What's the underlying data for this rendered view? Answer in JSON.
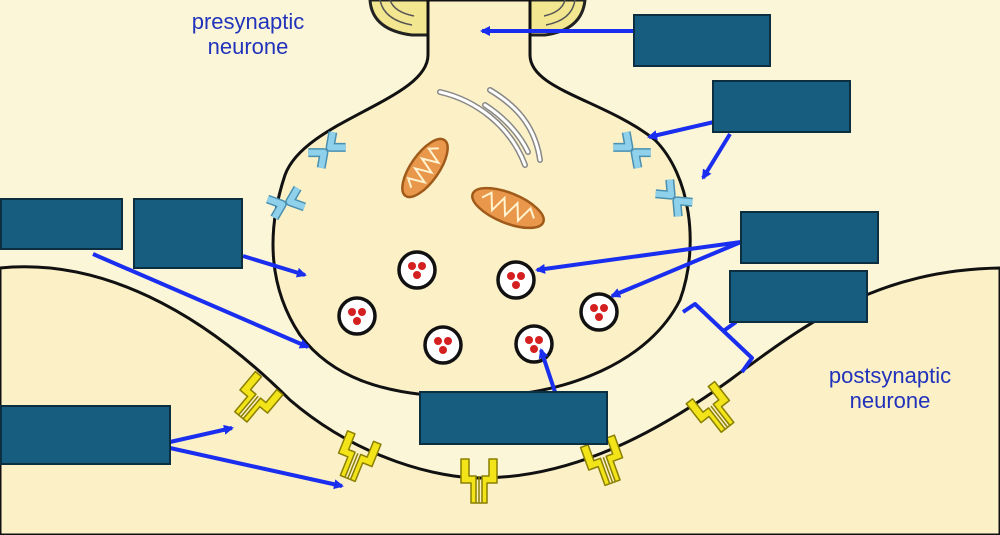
{
  "captions": {
    "presynaptic": "presynaptic neurone",
    "postsynaptic": "postsynaptic neurone"
  },
  "label_boxes": [
    {
      "id": "axon",
      "text": ""
    },
    {
      "id": "calcium-channel",
      "text": ""
    },
    {
      "id": "vesicle-neurotransmitter",
      "text": ""
    },
    {
      "id": "synaptic-cleft",
      "text": ""
    },
    {
      "id": "presynaptic-membrane",
      "text": ""
    },
    {
      "id": "cytoplasm",
      "text": ""
    },
    {
      "id": "receptors",
      "text": ""
    },
    {
      "id": "neurotransmitter",
      "text": ""
    }
  ],
  "colors": {
    "background": "#fcf6d9",
    "cell": "#fbf0c6",
    "label_box": "#175d80",
    "arrow": "#1a2ef0",
    "caption": "#2233bb",
    "receptor": "#f2e418",
    "calcium_channel": "#8fd0ea",
    "mitochondrion": "#e9974a"
  }
}
